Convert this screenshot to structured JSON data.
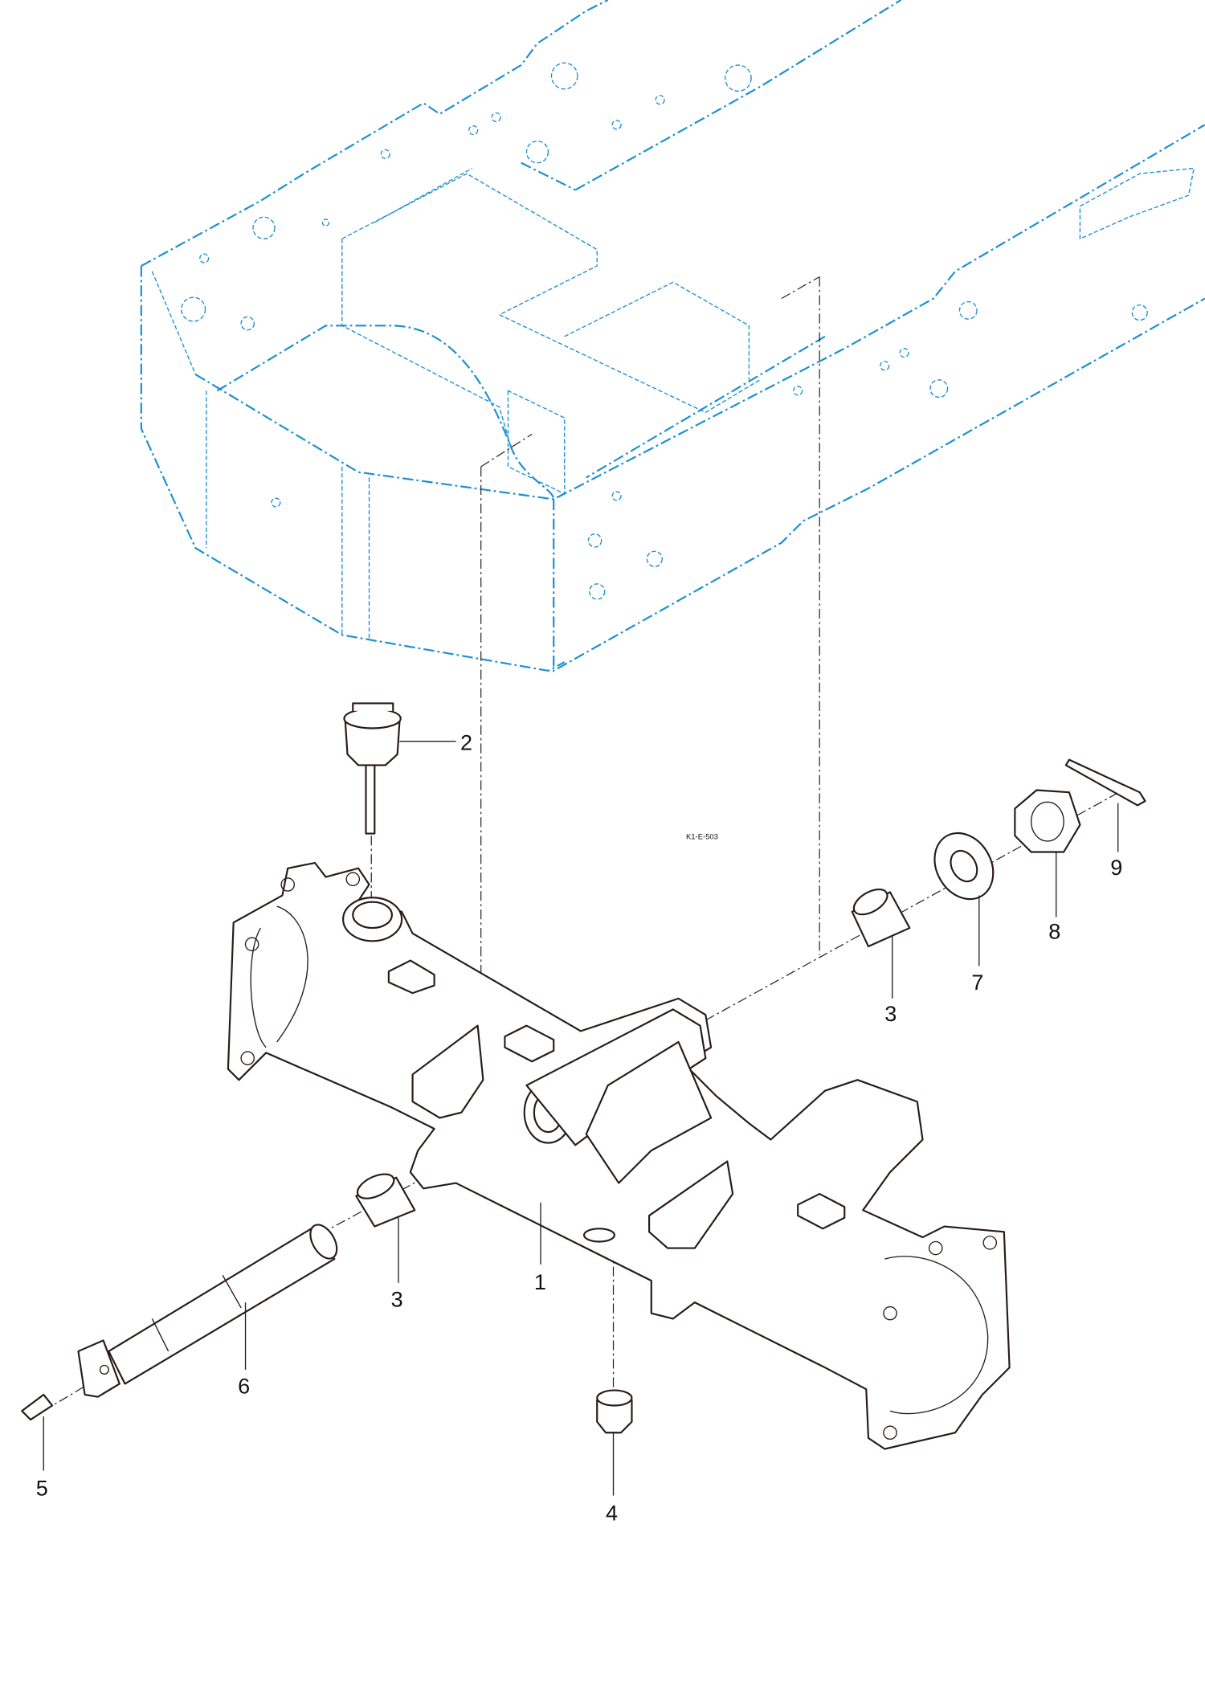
{
  "drawing_code": "K1-E-503",
  "callouts": {
    "c1": "1",
    "c2": "2",
    "c3a": "3",
    "c3b": "3",
    "c4": "4",
    "c5": "5",
    "c6": "6",
    "c7": "7",
    "c8": "8",
    "c9": "9"
  },
  "colors": {
    "frame": "#1a8fd0",
    "parts": "#2a1a1a"
  }
}
